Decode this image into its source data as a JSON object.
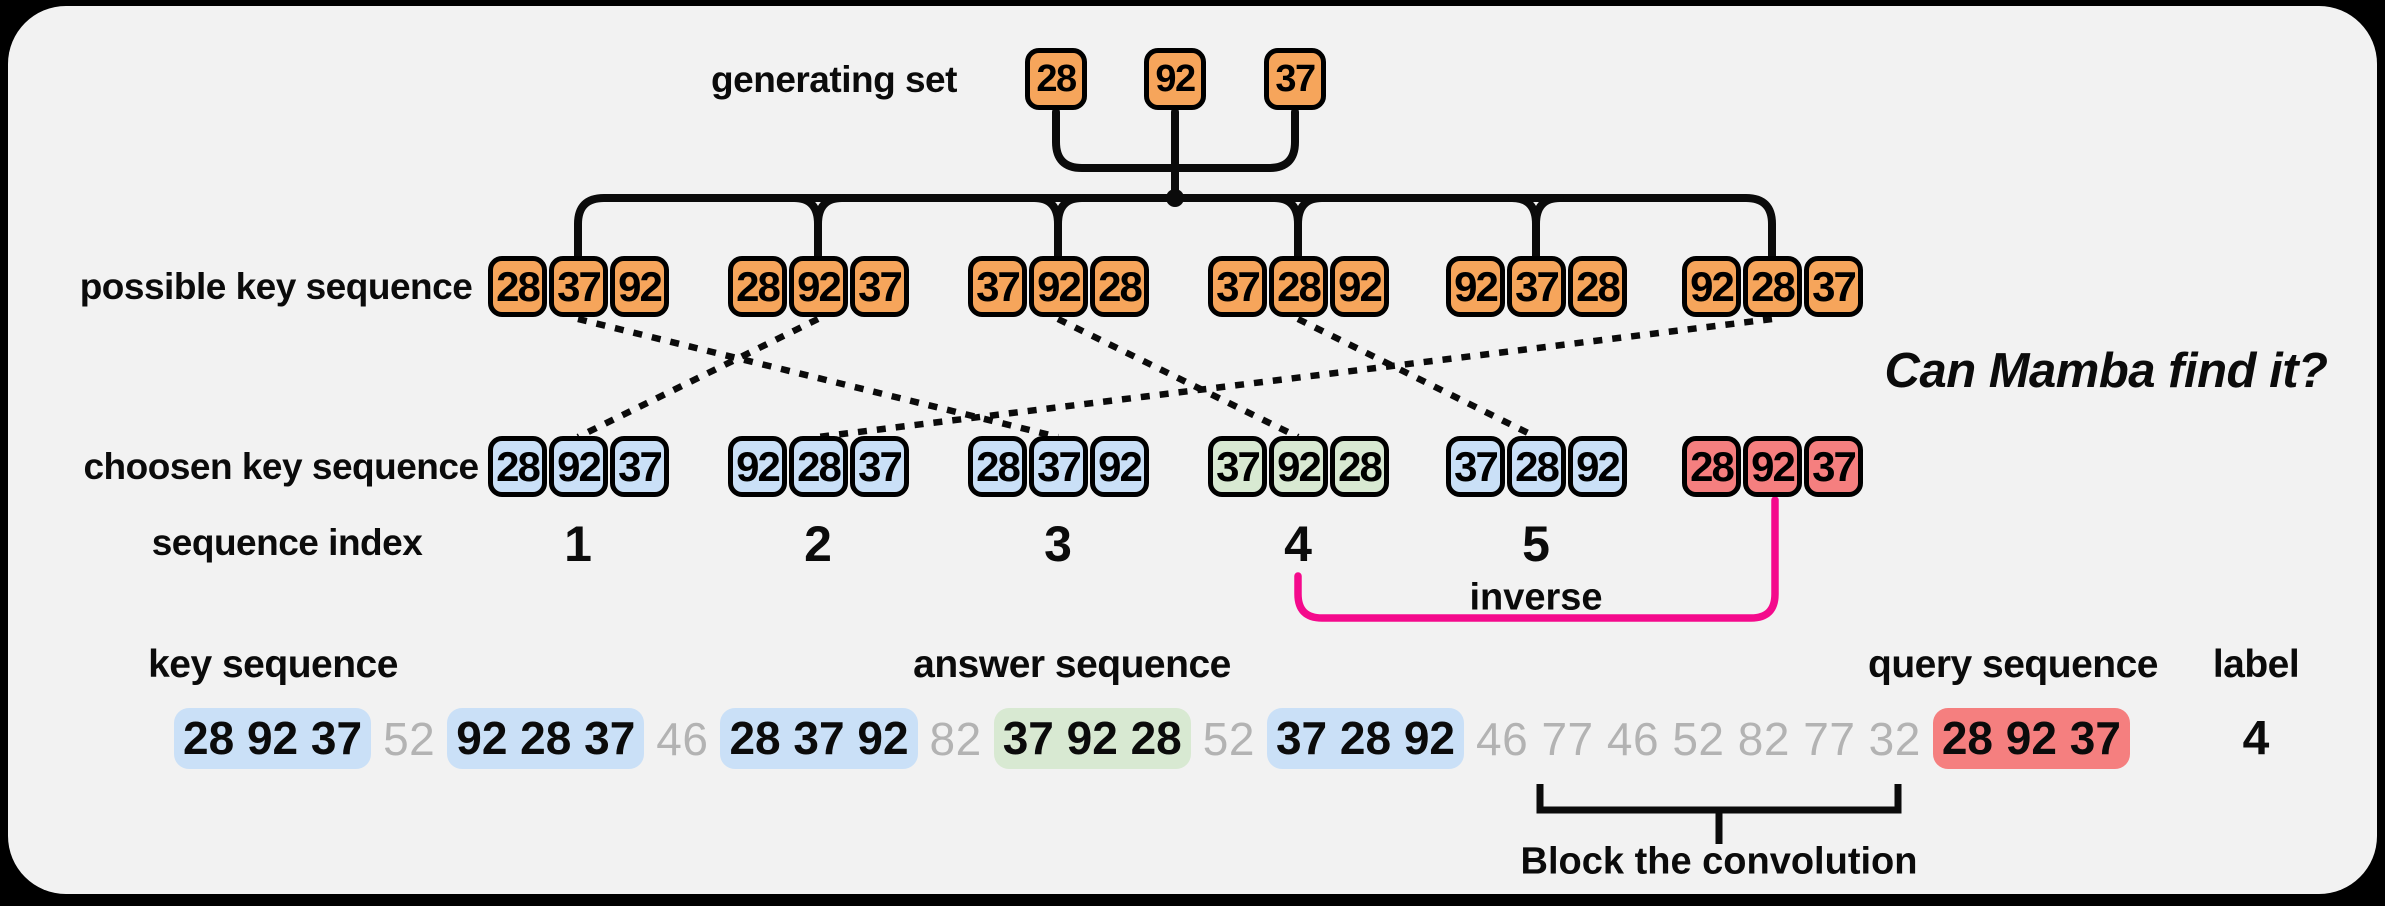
{
  "colors": {
    "background": "#F2F2F2",
    "orange": "#F6A55B",
    "blue": "#CAE0F7",
    "green": "#D8E9D2",
    "red": "#F57F7F",
    "magenta": "#F40A8C",
    "gray_number": "#B3B3B3"
  },
  "generating_set": {
    "label": "generating set",
    "values": [
      "28",
      "92",
      "37"
    ]
  },
  "possible_row": {
    "label": "possible key sequence",
    "groups": [
      [
        "28",
        "37",
        "92"
      ],
      [
        "28",
        "92",
        "37"
      ],
      [
        "37",
        "92",
        "28"
      ],
      [
        "37",
        "28",
        "92"
      ],
      [
        "92",
        "37",
        "28"
      ],
      [
        "92",
        "28",
        "37"
      ]
    ]
  },
  "chosen_row": {
    "label": "choosen key sequence",
    "groups": [
      [
        "28",
        "92",
        "37"
      ],
      [
        "92",
        "28",
        "37"
      ],
      [
        "28",
        "37",
        "92"
      ],
      [
        "37",
        "92",
        "28"
      ],
      [
        "37",
        "28",
        "92"
      ],
      [
        "28",
        "92",
        "37"
      ]
    ],
    "group_colors": [
      "blue",
      "blue",
      "blue",
      "green",
      "blue",
      "red"
    ]
  },
  "index_row": {
    "label": "sequence index",
    "values": [
      "1",
      "2",
      "3",
      "4",
      "5"
    ]
  },
  "annotations": {
    "inverse": "inverse",
    "question": "Can Mamba find it?",
    "convolution": "Block the convolution"
  },
  "bottom_row": {
    "headers": {
      "key": "key sequence",
      "answer": "answer sequence",
      "query": "query sequence",
      "label": "label"
    },
    "segments": [
      {
        "type": "pill",
        "color": "blue",
        "text": "28 92 37"
      },
      {
        "type": "gray",
        "text": "52"
      },
      {
        "type": "pill",
        "color": "blue",
        "text": "92 28 37"
      },
      {
        "type": "gray",
        "text": "46"
      },
      {
        "type": "pill",
        "color": "blue",
        "text": "28 37 92"
      },
      {
        "type": "gray",
        "text": "82"
      },
      {
        "type": "pill",
        "color": "green",
        "text": "37 92 28"
      },
      {
        "type": "gray",
        "text": "52"
      },
      {
        "type": "pill",
        "color": "blue",
        "text": "37 28 92"
      },
      {
        "type": "gray",
        "text": "46 77 46 52 82 77 32"
      },
      {
        "type": "pill",
        "color": "red",
        "text": "28 92 37"
      }
    ],
    "label_value": "4"
  }
}
